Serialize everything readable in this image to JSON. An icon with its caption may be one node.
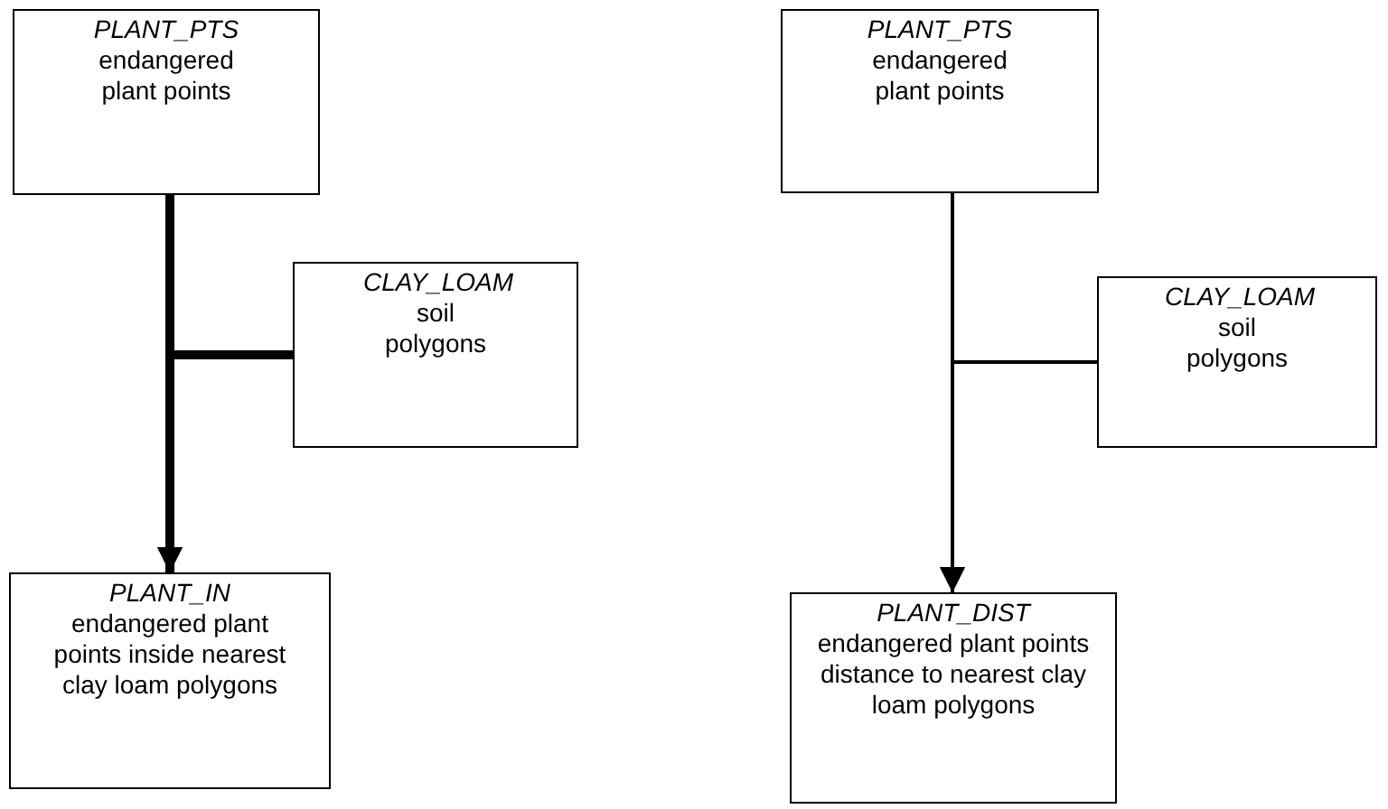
{
  "diagram": {
    "nodes": [
      {
        "text": [
          "PLANT_PTS",
          "endangered plant points"
        ]
      },
      {
        "text": [
          "CLAY_LOAM",
          "soil polygons"
        ]
      },
      {
        "text": [
          "PLANT_IN",
          "endangered plant points inside nearest clay loam polygons"
        ]
      },
      {
        "text": [
          "PLANT_PTS",
          "endangered plant points"
        ]
      },
      {
        "text": [
          "CLAY_LOAM",
          "soil polygons"
        ]
      },
      {
        "text": [
          "PLANT_DIST",
          "endangered plant points distance to nearest clay loam polygons"
        ]
      }
    ],
    "edges": [
      {
        "from": 0,
        "to": 2,
        "arrow": "to",
        "style": "thick"
      },
      {
        "from": 1,
        "to": 2,
        "arrow": "to",
        "style": "thick"
      },
      {
        "from": 3,
        "to": 5,
        "arrow": "to"
      },
      {
        "from": 4,
        "to": 5,
        "arrow": "to"
      }
    ]
  }
}
